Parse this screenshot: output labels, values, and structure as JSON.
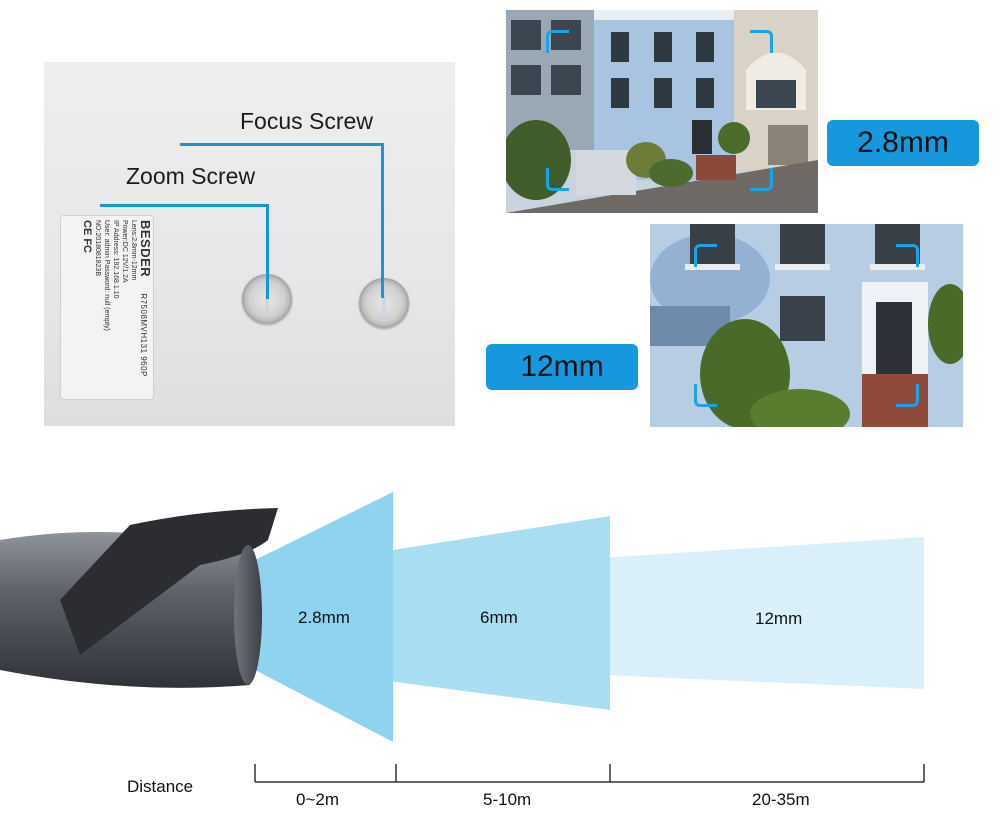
{
  "camera_label": {
    "brand": "BESDER",
    "model": "R7508MVH131 960P",
    "lines": [
      "Lens:2.8mm-12mm",
      "Power:DC 12V/1.2A",
      "IP Address: 192.168.1.10",
      "User: admin  Password: null (empty)",
      "NO:2018081823B"
    ],
    "marks": "CE FC"
  },
  "callouts": {
    "focus": "Focus Screw",
    "zoom": "Zoom Screw"
  },
  "views": {
    "wide_badge": "2.8mm",
    "tele_badge": "12mm"
  },
  "fov": {
    "segments": [
      "2.8mm",
      "6mm",
      "12mm"
    ]
  },
  "distance": {
    "label": "Distance",
    "ranges": [
      "0~2m",
      "5-10m",
      "20-35m"
    ]
  },
  "colors": {
    "accent": "#1598dd",
    "beam_near": "#8fd3ef",
    "beam_mid": "#a9def2",
    "beam_far": "#d9f0fa"
  }
}
